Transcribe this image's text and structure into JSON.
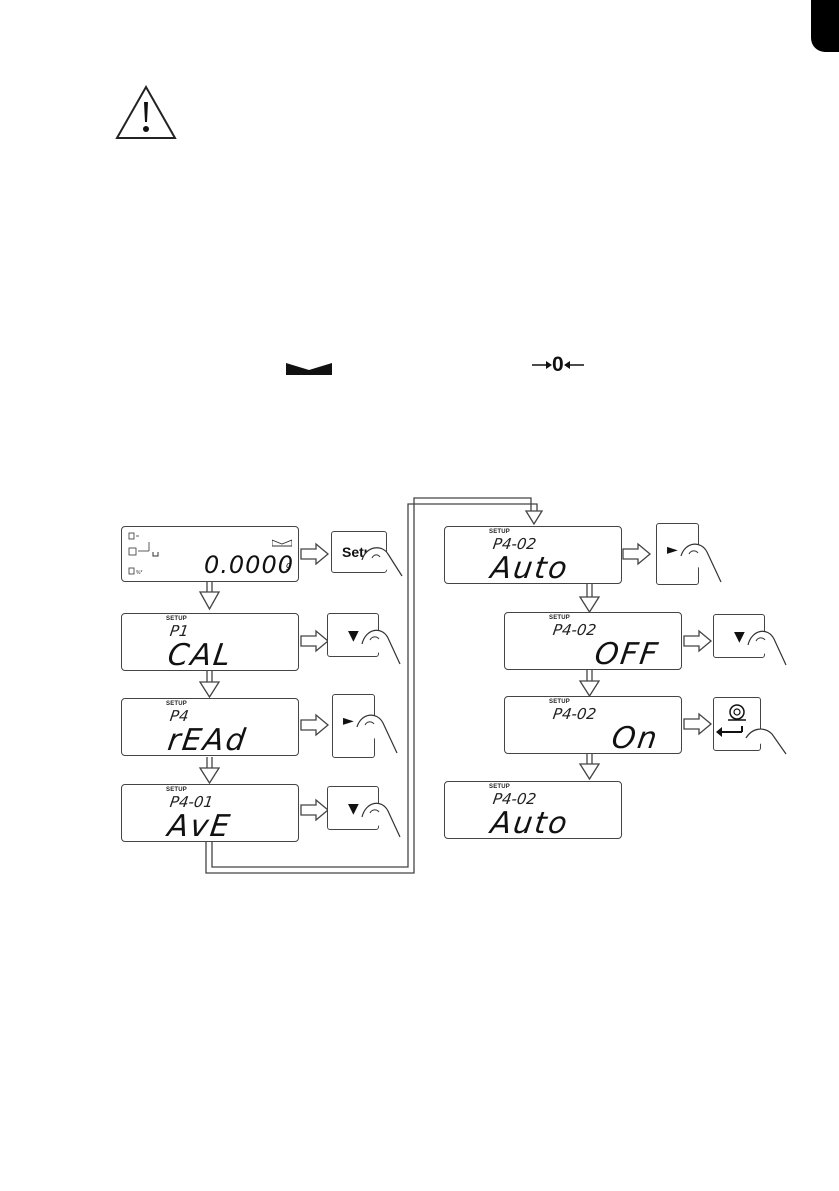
{
  "symbols": {
    "warning_icon": "warning-triangle-icon",
    "stable_icon": "stability-marker-icon",
    "zero_icon": "zero-indicator-icon",
    "zero_label": "0"
  },
  "start_display": {
    "value": "0.0000",
    "unit": "g"
  },
  "keys": {
    "setup_label": "Setu",
    "down_glyph": "▼",
    "right_glyph": "►"
  },
  "left_column": [
    {
      "setup": "SETUP",
      "code": "P1",
      "value": "CAL"
    },
    {
      "setup": "SETUP",
      "code": "P4",
      "value": "rEAd"
    },
    {
      "setup": "SETUP",
      "code": "P4-01",
      "value": "AvE"
    }
  ],
  "right_column": [
    {
      "setup": "SETUP",
      "code": "P4-02",
      "value": "Auto"
    },
    {
      "setup": "SETUP",
      "code": "P4-02",
      "value": "OFF"
    },
    {
      "setup": "SETUP",
      "code": "P4-02",
      "value": "On"
    },
    {
      "setup": "SETUP",
      "code": "P4-02",
      "value": "Auto"
    }
  ]
}
